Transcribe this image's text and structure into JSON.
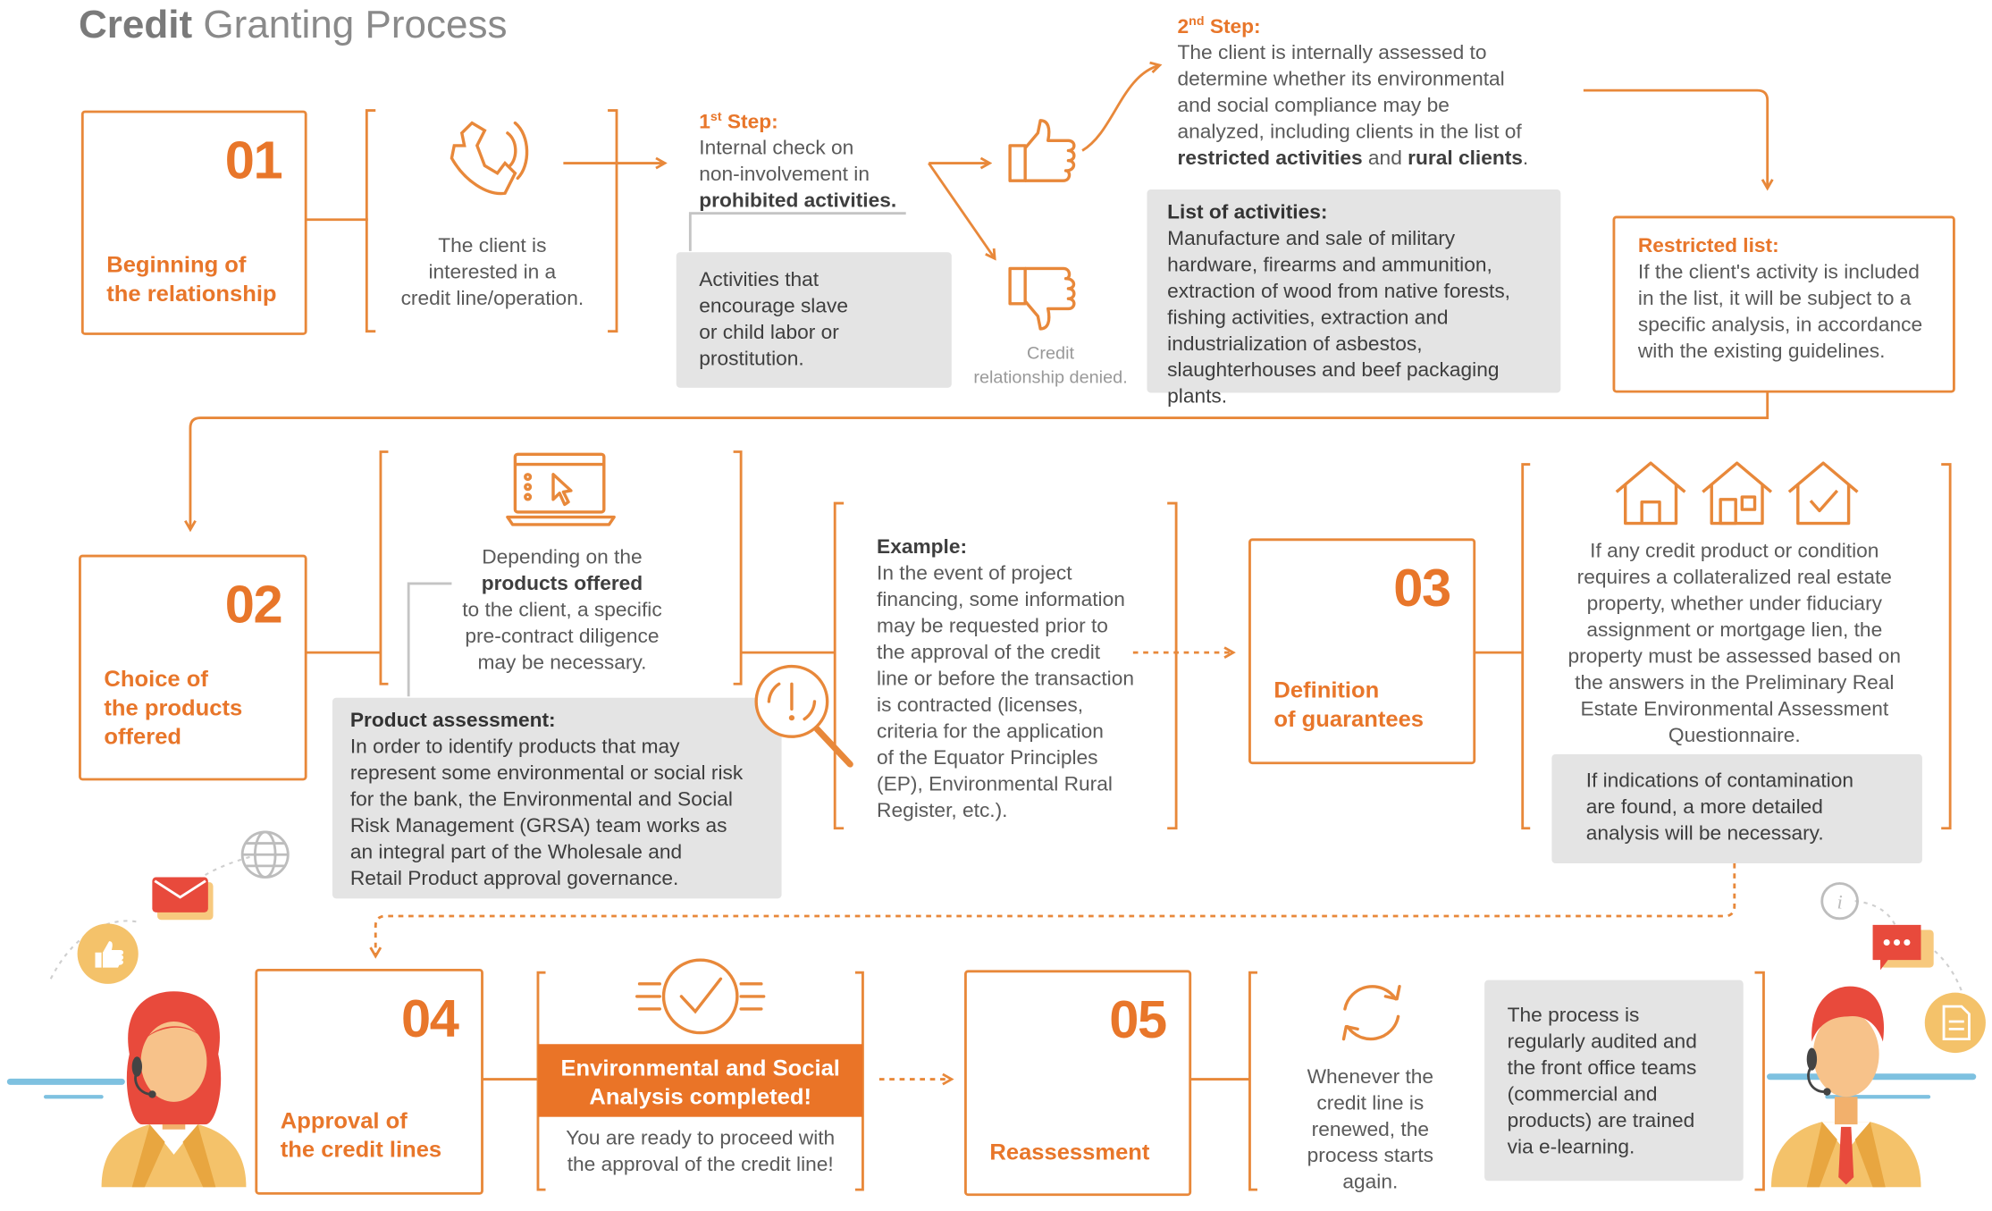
{
  "title": {
    "bold": "Credit",
    "rest": " Granting Process"
  },
  "stage01": {
    "number": "01",
    "label_line1": "Beginning of",
    "label_line2": "the relationship"
  },
  "client_interest": {
    "line1": "The client is",
    "line2": "interested in a",
    "line3": "credit line/operation."
  },
  "step1": {
    "heading": "1st Step:",
    "sup": "st",
    "line1": "Internal check on",
    "line2": "non-involvement in",
    "bold": "prohibited activities."
  },
  "prohibited_box": {
    "line1": "Activities that",
    "line2": "encourage slave",
    "line3": "or child labor or",
    "line4": "prostitution."
  },
  "credit_denied": {
    "line1": "Credit",
    "line2": "relationship denied."
  },
  "step2": {
    "heading": "2nd Step:",
    "line1": "The client is internally assessed to",
    "line2": "determine whether its environmental",
    "line3": "and social compliance may be",
    "line4": "analyzed, including clients in the list of",
    "bold1": "restricted activities",
    "and": " and ",
    "bold2": "rural clients",
    "end": "."
  },
  "list_box": {
    "heading": "List of activities:",
    "line1": "Manufacture and sale of military",
    "line2": "hardware, firearms and ammunition,",
    "line3": "extraction of wood from native forests,",
    "line4": "fishing activities, extraction and",
    "line5": "industrialization of asbestos,",
    "line6": "slaughterhouses and beef packaging plants."
  },
  "restricted": {
    "heading": "Restricted list:",
    "line1": "If the client's activity is included",
    "line2": "in the list, it will be subject to a",
    "line3": "specific analysis, in accordance",
    "line4": "with the existing guidelines."
  },
  "stage02": {
    "number": "02",
    "label_line1": "Choice of",
    "label_line2": "the products",
    "label_line3": "offered"
  },
  "depending": {
    "line1": "Depending on the",
    "bold": "products offered",
    "line3": "to the client, a specific",
    "line4": "pre-contract diligence",
    "line5": "may be necessary."
  },
  "product_box": {
    "heading": "Product assessment:",
    "line1": "In order to identify products that may",
    "line2": "represent some environmental or social risk",
    "line3": "for the bank, the Environmental and Social",
    "line4": "Risk Management (GRSA) team works as",
    "line5": "an integral part of the Wholesale and",
    "line6": "Retail Product approval governance."
  },
  "example": {
    "heading": "Example:",
    "line1": "In the event of project",
    "line2": "financing, some information",
    "line3": "may be requested prior to",
    "line4": "the approval of the credit",
    "line5": "line or before the transaction",
    "line6": "is contracted (licenses,",
    "line7": "criteria for the application",
    "line8": "of the Equator Principles",
    "line9": "(EP), Environmental Rural",
    "line10": "Register, etc.)."
  },
  "stage03": {
    "number": "03",
    "label_line1": "Definition",
    "label_line2": "of guarantees"
  },
  "collateral": {
    "line1": "If any credit product or condition",
    "line2": "requires a collateralized real estate",
    "line3": "property, whether under fiduciary",
    "line4": "assignment or mortgage lien, the",
    "line5": "property must be assessed based on",
    "line6": "the answers in the Preliminary Real",
    "line7": "Estate Environmental Assessment",
    "line8": "Questionnaire."
  },
  "contamination": {
    "line1": "If indications of contamination",
    "line2": "are found, a more detailed",
    "line3": "analysis will be necessary."
  },
  "stage04": {
    "number": "04",
    "label_line1": "Approval of",
    "label_line2": "the credit lines"
  },
  "esa": {
    "title_line1": "Environmental and Social",
    "title_line2": "Analysis completed!",
    "line1": "You are ready to proceed with",
    "line2": "the approval of the credit line!"
  },
  "stage05": {
    "number": "05",
    "label": "Reassessment"
  },
  "renewal": {
    "line1": "Whenever the",
    "line2": "credit line is",
    "line3": "renewed, the",
    "line4": "process starts",
    "line5": "again."
  },
  "audit_box": {
    "line1": "The process is",
    "line2": "regularly audited and",
    "line3": "the front office teams",
    "line4": "(commercial and",
    "line5": "products) are trained",
    "line6": "via e-learning."
  },
  "colors": {
    "orange": "#e8762a",
    "gray_box": "#e4e4e4",
    "text": "#5a5a5a",
    "icon_red": "#e84a3c",
    "icon_yellow": "#f4c26a"
  },
  "icons": [
    "phone-icon",
    "thumbs-up-icon",
    "thumbs-down-icon",
    "laptop-icon",
    "magnifier-alert-icon",
    "house-icon",
    "house-check-icon",
    "checkmark-circle-icon",
    "refresh-icon",
    "globe-icon",
    "mail-icon",
    "like-icon",
    "info-icon",
    "chat-icon",
    "document-icon",
    "woman-avatar",
    "man-avatar"
  ]
}
